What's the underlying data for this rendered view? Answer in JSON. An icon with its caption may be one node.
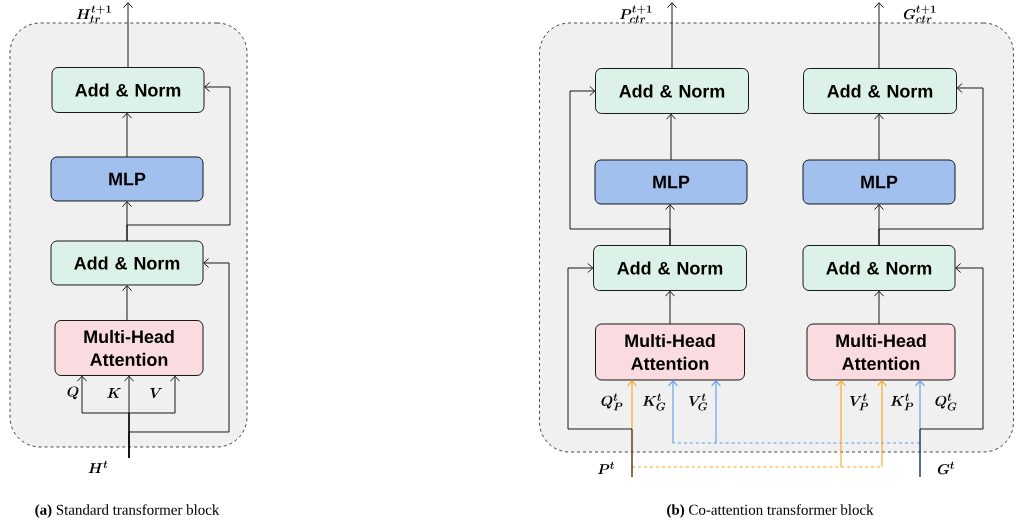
{
  "diagram": {
    "nodes": [
      {
        "text": [],
        "shape": "box"
      },
      {
        "text": [
          "Add & Norm"
        ],
        "in": 0
      },
      {
        "text": [
          "MLP"
        ],
        "in": 0
      },
      {
        "text": [
          "Add & Norm"
        ],
        "in": 0
      },
      {
        "text": [
          "Multi-Head Attention"
        ],
        "in": 0
      },
      {
        "text": [
          "H_{tr}^{t+1}"
        ]
      },
      {
        "text": [
          "H^{t}"
        ]
      },
      {
        "text": [],
        "shape": "box"
      },
      {
        "text": [
          "Add & Norm"
        ],
        "in": 7
      },
      {
        "text": [
          "MLP"
        ],
        "in": 7
      },
      {
        "text": [
          "Add & Norm"
        ],
        "in": 7
      },
      {
        "text": [
          "Multi-Head Attention"
        ],
        "in": 7
      },
      {
        "text": [
          "Add & Norm"
        ],
        "in": 7
      },
      {
        "text": [
          "MLP"
        ],
        "in": 7
      },
      {
        "text": [
          "Add & Norm"
        ],
        "in": 7
      },
      {
        "text": [
          "Multi-Head Attention"
        ],
        "in": 7
      },
      {
        "text": [
          "P_{ctr}^{t+1}"
        ]
      },
      {
        "text": [
          "G_{ctr}^{t+1}"
        ]
      },
      {
        "text": [
          "P^{t}"
        ]
      },
      {
        "text": [
          "G^{t}"
        ]
      }
    ],
    "edges": [
      {
        "from": 6,
        "to": 4,
        "arrow": "to",
        "label": "Q"
      },
      {
        "from": 6,
        "to": 4,
        "arrow": "to",
        "label": "K"
      },
      {
        "from": 6,
        "to": 4,
        "arrow": "to",
        "label": "V"
      },
      {
        "from": 4,
        "to": 3,
        "arrow": "to"
      },
      {
        "from": 6,
        "to": 3,
        "arrow": "to"
      },
      {
        "from": 3,
        "to": 2,
        "arrow": "to"
      },
      {
        "from": 2,
        "to": 1,
        "arrow": "to"
      },
      {
        "from": 3,
        "to": 1,
        "arrow": "to"
      },
      {
        "from": 1,
        "to": 5,
        "arrow": "to"
      },
      {
        "from": 18,
        "to": 11,
        "arrow": "to",
        "label": "Q_{P}^{t}",
        "color": "#ffa31a"
      },
      {
        "from": 19,
        "to": 11,
        "arrow": "to",
        "label": "K_{G}^{t}",
        "color": "#5b9bf0",
        "style": "dashed"
      },
      {
        "from": 19,
        "to": 11,
        "arrow": "to",
        "label": "V_{G}^{t}",
        "color": "#5b9bf0",
        "style": "dashed"
      },
      {
        "from": 18,
        "to": 15,
        "arrow": "to",
        "label": "V_{P}^{t}",
        "color": "#ffa31a",
        "style": "dashed"
      },
      {
        "from": 18,
        "to": 15,
        "arrow": "to",
        "label": "K_{P}^{t}",
        "color": "#ffa31a",
        "style": "dashed"
      },
      {
        "from": 19,
        "to": 15,
        "arrow": "to",
        "label": "Q_{G}^{t}",
        "color": "#5b9bf0"
      },
      {
        "from": 18,
        "to": 10,
        "arrow": "to"
      },
      {
        "from": 11,
        "to": 10,
        "arrow": "to"
      },
      {
        "from": 10,
        "to": 9,
        "arrow": "to"
      },
      {
        "from": 9,
        "to": 8,
        "arrow": "to"
      },
      {
        "from": 10,
        "to": 8,
        "arrow": "to"
      },
      {
        "from": 8,
        "to": 16,
        "arrow": "to"
      },
      {
        "from": 19,
        "to": 14,
        "arrow": "to"
      },
      {
        "from": 15,
        "to": 14,
        "arrow": "to"
      },
      {
        "from": 14,
        "to": 13,
        "arrow": "to"
      },
      {
        "from": 13,
        "to": 12,
        "arrow": "to"
      },
      {
        "from": 14,
        "to": 12,
        "arrow": "to"
      },
      {
        "from": 12,
        "to": 17,
        "arrow": "to"
      }
    ],
    "labels": [
      "**(a)** Standard transformer block",
      "**(b)** Co-attention transformer block"
    ]
  }
}
